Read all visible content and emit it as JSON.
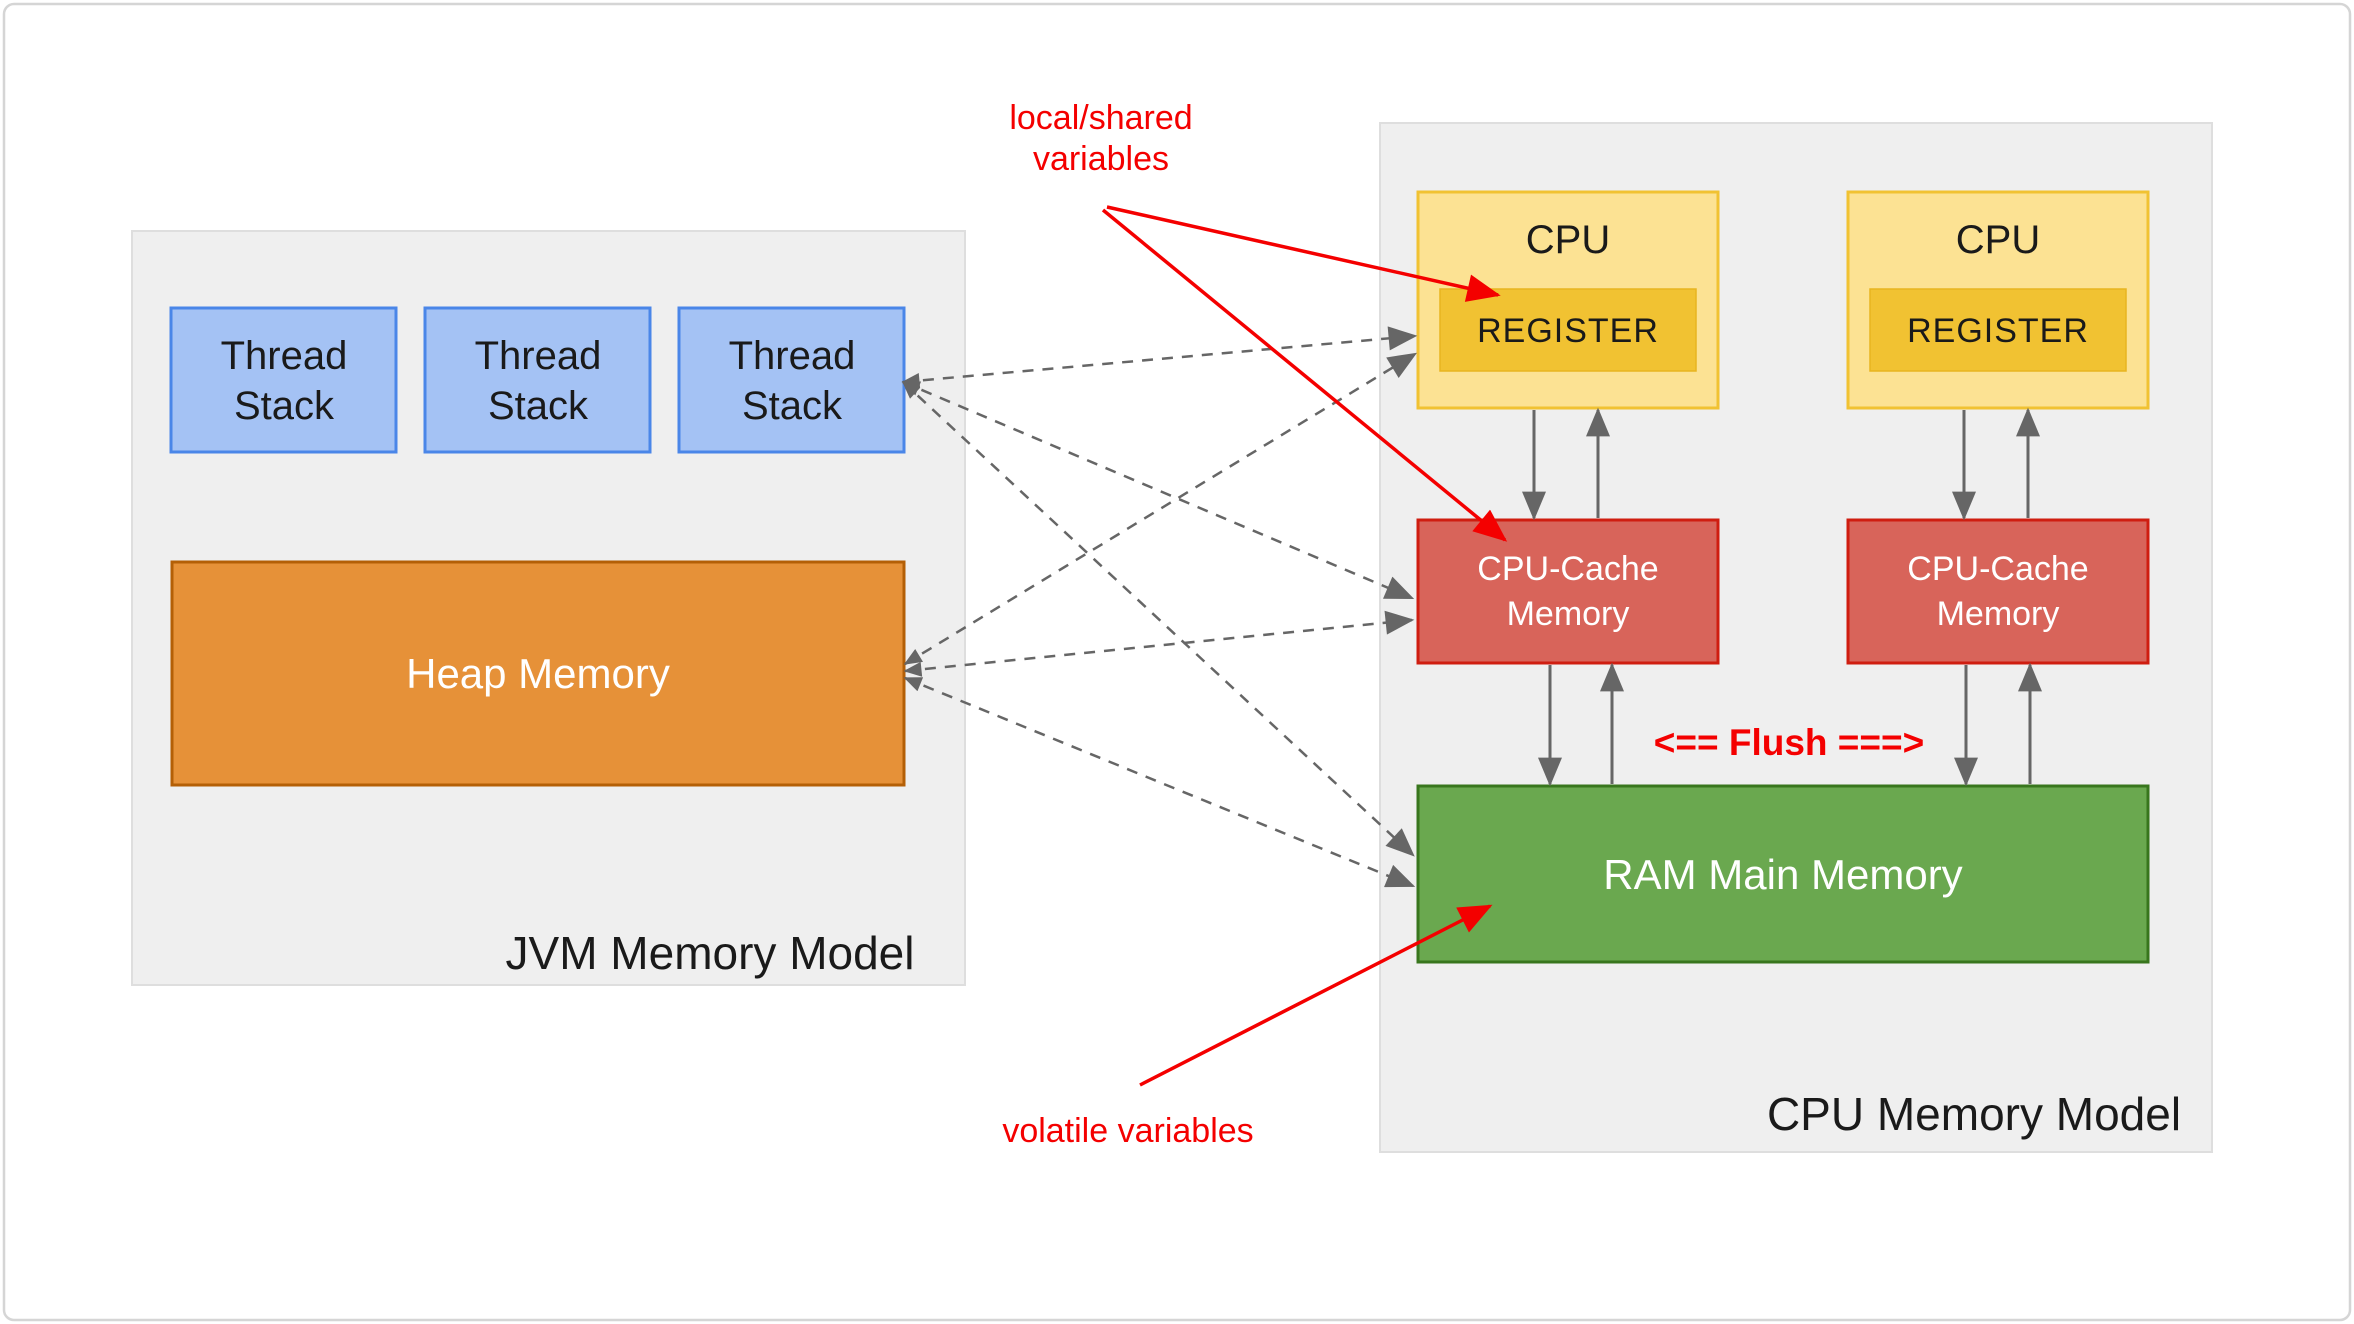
{
  "jvm_panel": {
    "title": "JVM Memory Model",
    "thread_stacks": [
      {
        "line1": "Thread",
        "line2": "Stack"
      },
      {
        "line1": "Thread",
        "line2": "Stack"
      },
      {
        "line1": "Thread",
        "line2": "Stack"
      }
    ],
    "heap_label": "Heap Memory"
  },
  "cpu_panel": {
    "title": "CPU Memory Model",
    "flush_label": "<== Flush ===>",
    "cpus": [
      {
        "label": "CPU",
        "register_label": "REGISTER",
        "cache_line1": "CPU-Cache",
        "cache_line2": "Memory"
      },
      {
        "label": "CPU",
        "register_label": "REGISTER",
        "cache_line1": "CPU-Cache",
        "cache_line2": "Memory"
      }
    ],
    "ram_label": "RAM Main Memory"
  },
  "annotations": {
    "local_shared_line1": "local/shared",
    "local_shared_line2": "variables",
    "volatile_label": "volatile variables"
  },
  "colors": {
    "panel_fill": "#efefef",
    "panel_border": "#dedede",
    "blue_fill": "#a4c2f4",
    "blue_border": "#4a86e8",
    "orange_fill": "#e69138",
    "orange_border": "#b45f06",
    "yellow_fill": "#fce293",
    "yellow_border": "#f1c232",
    "gold_fill": "#f1c232",
    "gold_border": "#e8b420",
    "red_fill": "#d8645a",
    "red_border": "#cf1d10",
    "green_fill": "#6aa84f",
    "green_border": "#38761d",
    "arrow_gray": "#666666",
    "annotation_red": "#f40000",
    "text_dark": "#1a1a1a",
    "text_light": "#ffffff"
  }
}
